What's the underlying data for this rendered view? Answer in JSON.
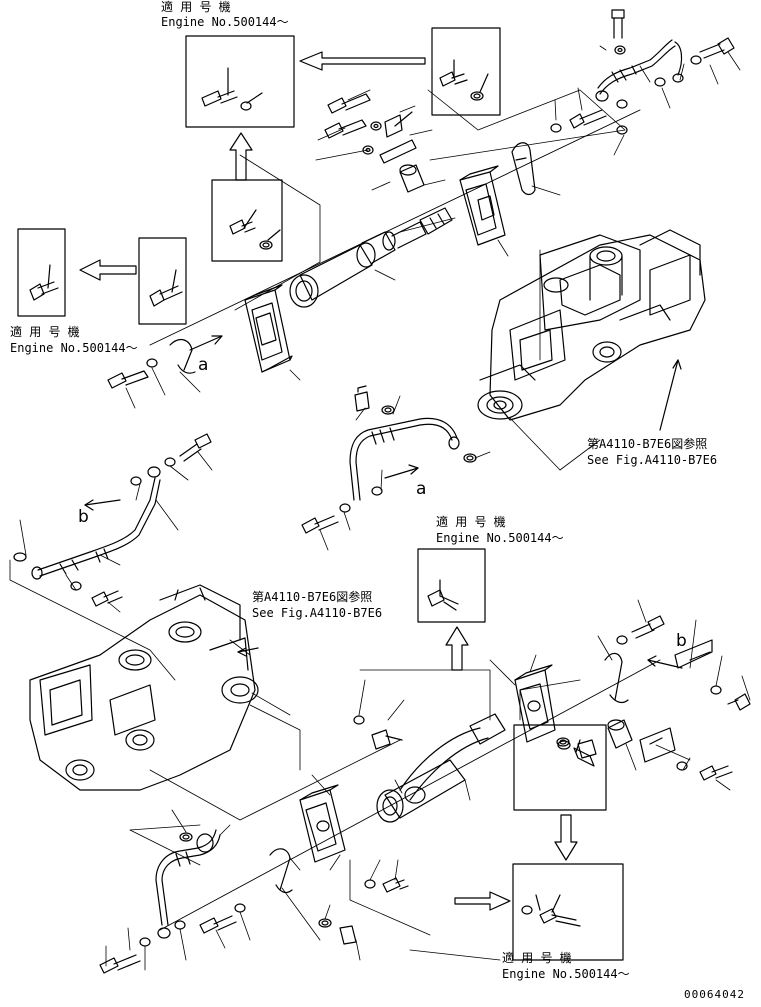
{
  "notes": {
    "applies_label": "適 用 号 機",
    "engine_label": "Engine No.500144～",
    "see_fig_jp": "第A4110-B7E6図参照",
    "see_fig_en": "See Fig.A4110-B7E6"
  },
  "callouts": {
    "a": "a",
    "b": "b"
  },
  "document_number": "00064042"
}
